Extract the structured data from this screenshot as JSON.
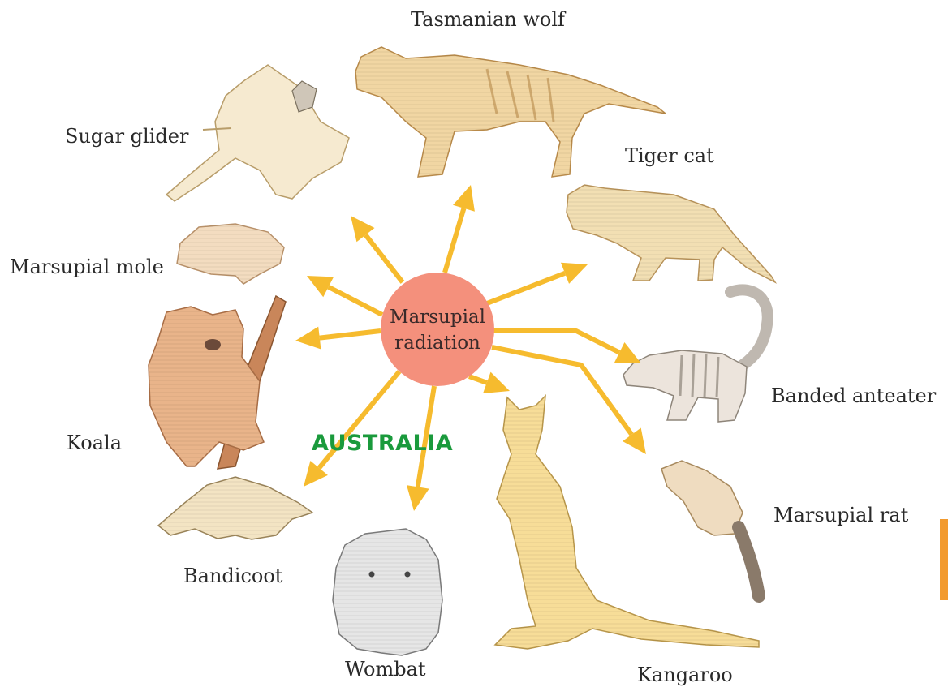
{
  "diagram": {
    "hub_line1": "Marsupial",
    "hub_line2": "radiation",
    "region_label": "AUSTRALIA",
    "colors": {
      "hub_fill": "#f4907c",
      "arrow": "#f6bb2e",
      "region_text": "#1a9a3c",
      "label_text": "#2a2a2a"
    },
    "animals": [
      {
        "key": "tasmanian-wolf",
        "label": "Tasmanian wolf"
      },
      {
        "key": "tiger-cat",
        "label": "Tiger cat"
      },
      {
        "key": "sugar-glider",
        "label": "Sugar glider"
      },
      {
        "key": "marsupial-mole",
        "label": "Marsupial mole"
      },
      {
        "key": "koala",
        "label": "Koala"
      },
      {
        "key": "banded-anteater",
        "label": "Banded anteater"
      },
      {
        "key": "marsupial-rat",
        "label": "Marsupial rat"
      },
      {
        "key": "bandicoot",
        "label": "Bandicoot"
      },
      {
        "key": "wombat",
        "label": "Wombat"
      },
      {
        "key": "kangaroo",
        "label": "Kangaroo"
      }
    ]
  }
}
